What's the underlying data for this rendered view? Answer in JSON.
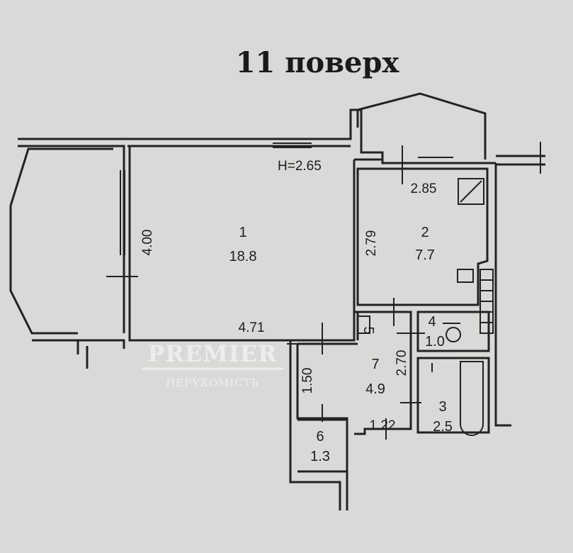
{
  "title": "11 поверх",
  "ceiling_height": "H=2.65",
  "rooms": [
    {
      "number": "1",
      "area": "18.8"
    },
    {
      "number": "2",
      "area": "7.7"
    },
    {
      "number": "3",
      "area": "2.5"
    },
    {
      "number": "4",
      "area": "1.0"
    },
    {
      "number": "5"
    },
    {
      "number": "6",
      "area": "1.3"
    },
    {
      "number": "7",
      "area": "4.9"
    }
  ],
  "dimensions": {
    "room1_height": "4.00",
    "room1_width": "4.71",
    "room2_width": "2.85",
    "room2_height": "2.79",
    "corridor_height": "2.70",
    "corridor_side": "1.50",
    "corridor_width": "1.22"
  },
  "watermark": {
    "brand": "PREMIER",
    "subtitle": "НЕРУХОМІСТЬ"
  }
}
